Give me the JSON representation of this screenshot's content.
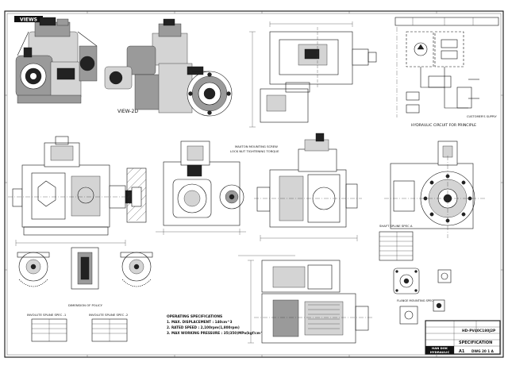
{
  "drawing": {
    "logo_top": "VIEWS",
    "view_label": "VIEW-2D",
    "circuit_caption": "HYDRAULIC CIRCUIT FOR PRINCIPLE",
    "customer_note": "CUSTOMER'S SUPPLY",
    "sketch_note_a": "MAXTON MOUNTING SCREW",
    "sketch_note_b": "LOCK NUT TIGHTENING TORQUE",
    "shaft_spline_top": "SHAFT SPLINE SPEC A",
    "dim_line_label": "DIMENSION OF POLICY",
    "spline_spec_1": "INVOLUTE SPLINE SPEC -1",
    "spline_spec_2": "INVOLUTE SPLINE SPEC -2",
    "flange_spec": "FLANGE MOUNTING SPEC",
    "spec_title": "OPERATING SPECIFICATIONS",
    "spec_lines": [
      "1. MAX. DISPLACEMENT : 140cm^3",
      "2. RATED SPEED : 2,100rpm(1,800rpm)",
      "3. MAX WORKING PRESSURE : 35(350)MPa(kgf/cm^2)"
    ],
    "part_number": "HD-PV40C180J2P",
    "spec_sheet": "SPECIFICATION",
    "company_line1": "HAN DOK",
    "company_line2": "HYDRAULIC",
    "sheet_code": "A1",
    "drawing_number": "DWG 20 1 A"
  }
}
